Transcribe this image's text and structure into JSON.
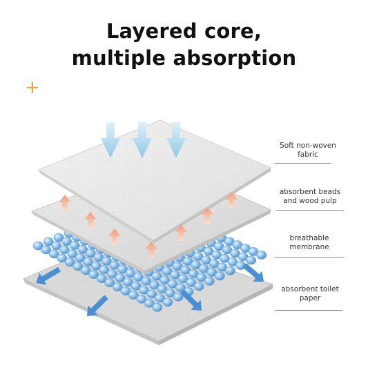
{
  "title": {
    "line1": "Layered core,",
    "line2": "multiple absorption"
  },
  "decor": {
    "plus_symbol": "+",
    "plus_color": "#f0a23c"
  },
  "layers": [
    {
      "line1": "Soft non-woven",
      "line2": "fabric"
    },
    {
      "line1": "absorbent beads",
      "line2": "and wood pulp"
    },
    {
      "line1": "breathable",
      "line2": "membrane"
    },
    {
      "line1": "absorbent toilet",
      "line2": "paper"
    }
  ],
  "colors": {
    "down_arrow": "#a9d6ec",
    "up_arrow": "#f2a98b",
    "spread_arrow": "#4a8fd4",
    "bead": "#8fc2ea"
  }
}
